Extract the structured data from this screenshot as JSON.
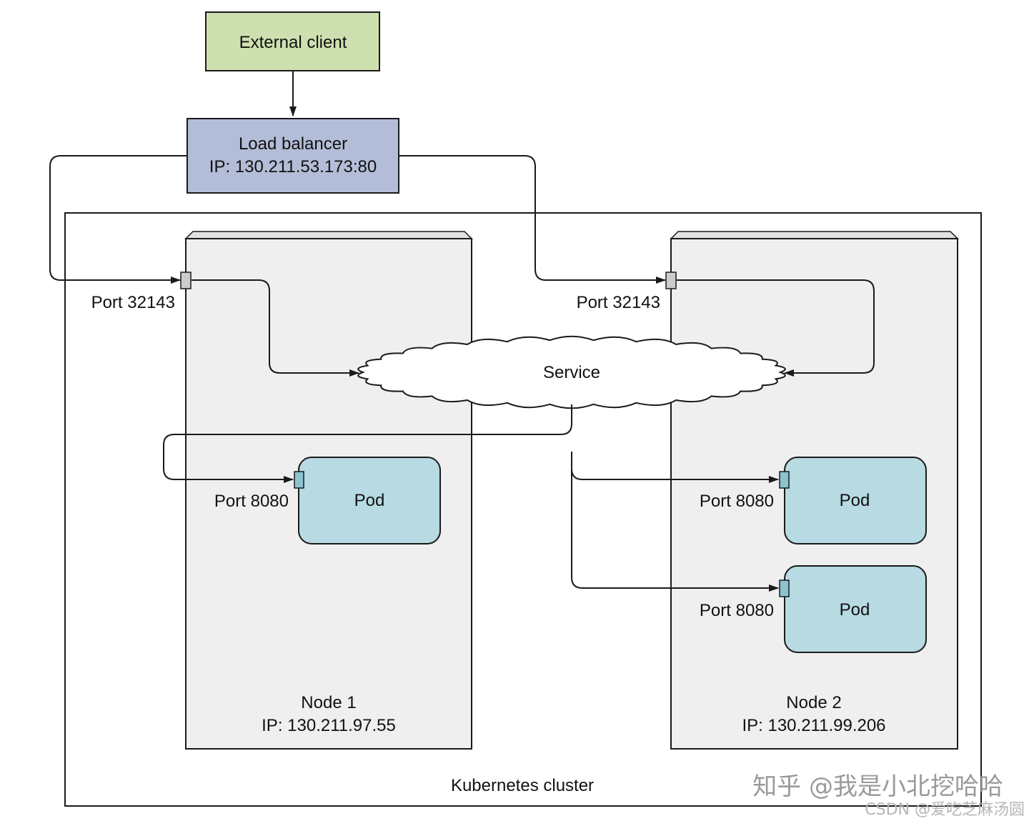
{
  "external_client": {
    "label": "External client",
    "color": "#cfe0b0"
  },
  "load_balancer": {
    "label": "Load balancer",
    "ip": "IP: 130.211.53.173:80",
    "color": "#b4bdd8"
  },
  "cluster": {
    "label": "Kubernetes cluster"
  },
  "service": {
    "label": "Service"
  },
  "nodes": [
    {
      "name": "Node 1",
      "ip": "IP: 130.211.97.55",
      "node_port": "Port 32143",
      "pods": [
        {
          "label": "Pod",
          "port": "Port 8080"
        }
      ]
    },
    {
      "name": "Node 2",
      "ip": "IP: 130.211.99.206",
      "node_port": "Port 32143",
      "pods": [
        {
          "label": "Pod",
          "port": "Port 8080"
        },
        {
          "label": "Pod",
          "port": "Port 8080"
        }
      ]
    }
  ],
  "colors": {
    "node_fill": "#efefef",
    "pod_fill": "#b7dae3",
    "port_fill": "#8cc3cf",
    "node_port_fill": "#cccccc"
  },
  "watermark": {
    "primary": "知乎 @我是小北挖哈哈",
    "secondary": "CSDN @爱吃芝麻汤圆"
  }
}
